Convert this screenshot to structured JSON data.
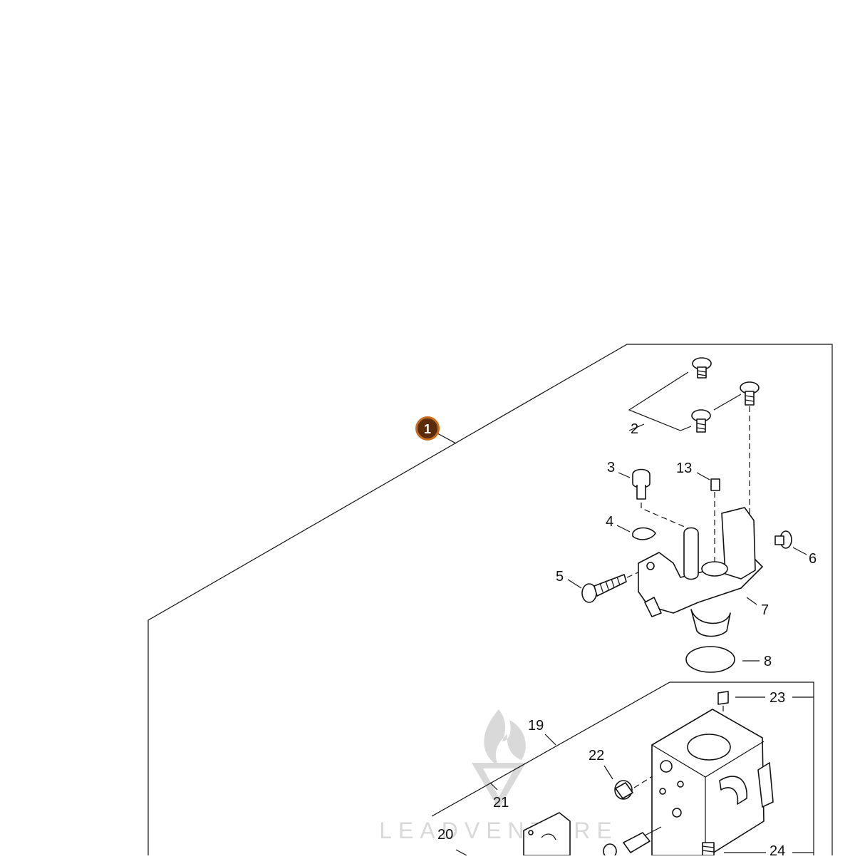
{
  "diagram": {
    "assembly_callout": "1",
    "accent_color": "#c86f1e",
    "callout_fill": "#5a2c0c",
    "watermark": "LEADVENTURE",
    "part_labels": [
      {
        "id": "p2",
        "text": "2"
      },
      {
        "id": "p3",
        "text": "3"
      },
      {
        "id": "p13",
        "text": "13"
      },
      {
        "id": "p4",
        "text": "4"
      },
      {
        "id": "p6",
        "text": "6"
      },
      {
        "id": "p5",
        "text": "5"
      },
      {
        "id": "p7",
        "text": "7"
      },
      {
        "id": "p8",
        "text": "8"
      },
      {
        "id": "p23",
        "text": "23"
      },
      {
        "id": "p19",
        "text": "19"
      },
      {
        "id": "p22",
        "text": "22"
      },
      {
        "id": "p21",
        "text": "21"
      },
      {
        "id": "p20",
        "text": "20"
      },
      {
        "id": "p24",
        "text": "24"
      }
    ],
    "icons": [
      "screw-icon",
      "flame-logo-icon",
      "o-ring-icon",
      "carburetor-body-icon"
    ]
  }
}
